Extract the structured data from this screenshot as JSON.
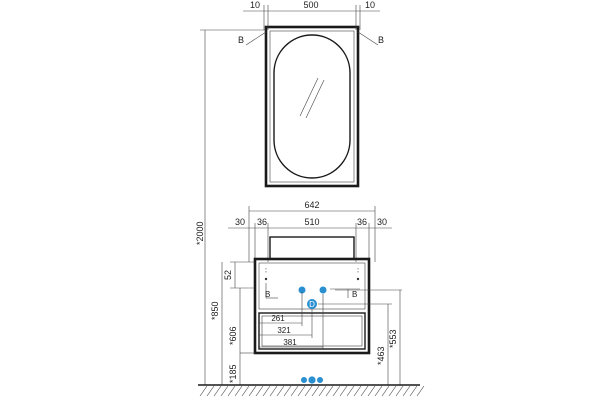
{
  "mirror": {
    "top_dims": [
      "10",
      "500",
      "10"
    ],
    "section_marker": "B",
    "height_label": "*2000"
  },
  "cabinet": {
    "overall_width": "642",
    "top_dims": [
      "30",
      "36",
      "510",
      "36",
      "30"
    ],
    "detail_marker": "B",
    "pipe_label": "D",
    "left_vertical_dims": [
      "52",
      "*850",
      "*606",
      "*185"
    ],
    "right_vertical_dims": [
      "*463",
      "*553"
    ],
    "horizontal_dims": [
      "261",
      "321",
      "381"
    ]
  },
  "colors": {
    "accent": "#2a8fd0",
    "line": "#1a1a1a"
  }
}
